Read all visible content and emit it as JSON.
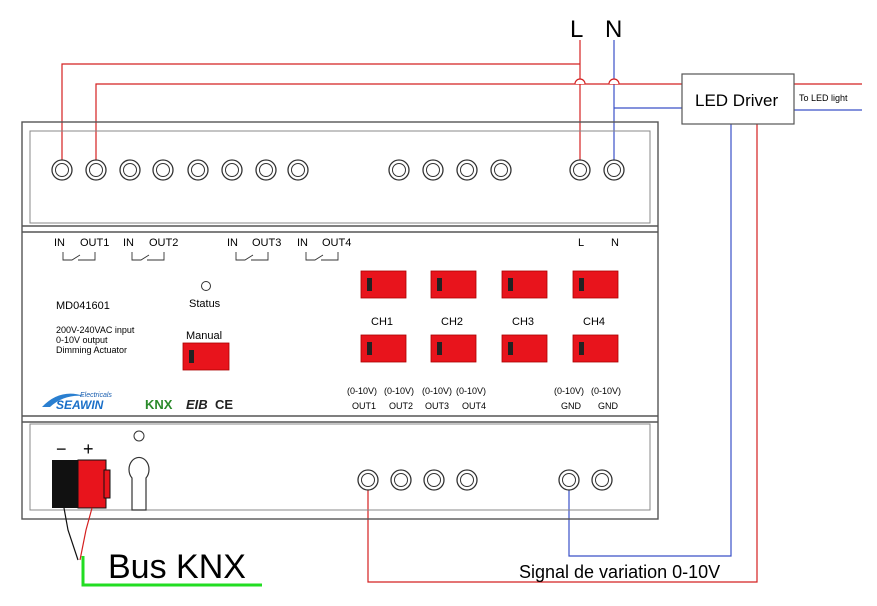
{
  "supply": {
    "line_label": "L",
    "neutral_label": "N"
  },
  "driver": {
    "label": "LED Driver",
    "output_label": "To LED light"
  },
  "device": {
    "model": "MD041601",
    "description": [
      "200V-240VAC input",
      "0-10V output",
      "Dimming Actuator"
    ],
    "status_label": "Status",
    "manual_label": "Manual",
    "relays": [
      {
        "in": "IN",
        "out": "OUT1"
      },
      {
        "in": "IN",
        "out": "OUT2"
      },
      {
        "in": "IN",
        "out": "OUT3"
      },
      {
        "in": "IN",
        "out": "OUT4"
      }
    ],
    "power_terminals": {
      "l": "L",
      "n": "N"
    },
    "channels": [
      "CH1",
      "CH2",
      "CH3",
      "CH4"
    ],
    "outputs": [
      {
        "range": "(0-10V)",
        "name": "OUT1"
      },
      {
        "range": "(0-10V)",
        "name": "OUT2"
      },
      {
        "range": "(0-10V)",
        "name": "OUT3"
      },
      {
        "range": "(0-10V)",
        "name": "OUT4"
      }
    ],
    "grounds": [
      {
        "range": "(0-10V)",
        "name": "GND"
      },
      {
        "range": "(0-10V)",
        "name": "GND"
      }
    ],
    "brand": {
      "name": "SEAWIN",
      "tagline": "Electricals"
    },
    "certifications": {
      "knx": "KNX",
      "eib": "EIB",
      "ce": "CE"
    },
    "bus_polarity": {
      "minus": "−",
      "plus": "+"
    }
  },
  "labels": {
    "bus": "Bus KNX",
    "signal": "Signal de variation 0-10V"
  },
  "colors": {
    "red_wire": "#d42020",
    "blue_wire": "#3a50c8",
    "green_wire": "#22dd22",
    "button_red": "#e8141c",
    "housing_stroke": "#555555"
  }
}
